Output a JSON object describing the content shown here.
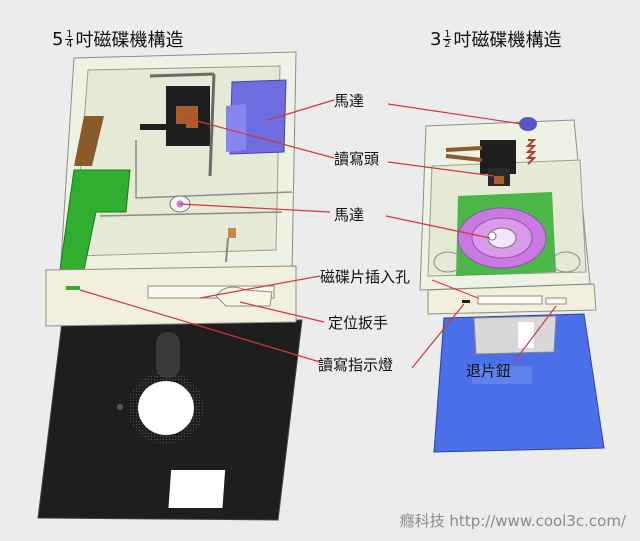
{
  "titles": {
    "left": {
      "whole": "5",
      "num": "1",
      "den": "4",
      "text": "吋磁碟機構造"
    },
    "right": {
      "whole": "3",
      "num": "1",
      "den": "2",
      "text": "吋磁碟機構造"
    }
  },
  "labels": {
    "motor_top": "馬達",
    "read_head": "讀寫頭",
    "motor_mid": "馬達",
    "slot": "磁碟片插入孔",
    "lever": "定位扳手",
    "indicator": "讀寫指示燈",
    "eject": "退片鈕"
  },
  "footer": "癮科技 http://www.cool3c.com/",
  "colors": {
    "callout_line": "#d9343a",
    "chassis": "#eef2e4",
    "pcb_green": "#2fae2f",
    "motor_blue": "#6f6ee0",
    "disk_black": "#1e1e1e",
    "disk_blue": "#4a6fe8",
    "spindle_pink": "#c77be0"
  }
}
